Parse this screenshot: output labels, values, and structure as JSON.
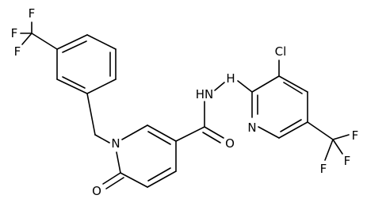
{
  "atom_labels": {
    "cf3_left": {
      "f1": "F",
      "f2": "F",
      "f3": "F"
    },
    "n_ring": "N",
    "o_carbonyl_ring": "O",
    "nh_hydrazide_left": "HN",
    "nh_hydrazide_right": "H",
    "o_amide": "O",
    "cl": "Cl",
    "n_pyridine": "N",
    "cf3_right": {
      "f1": "F",
      "f2": "F",
      "f3": "F"
    }
  }
}
